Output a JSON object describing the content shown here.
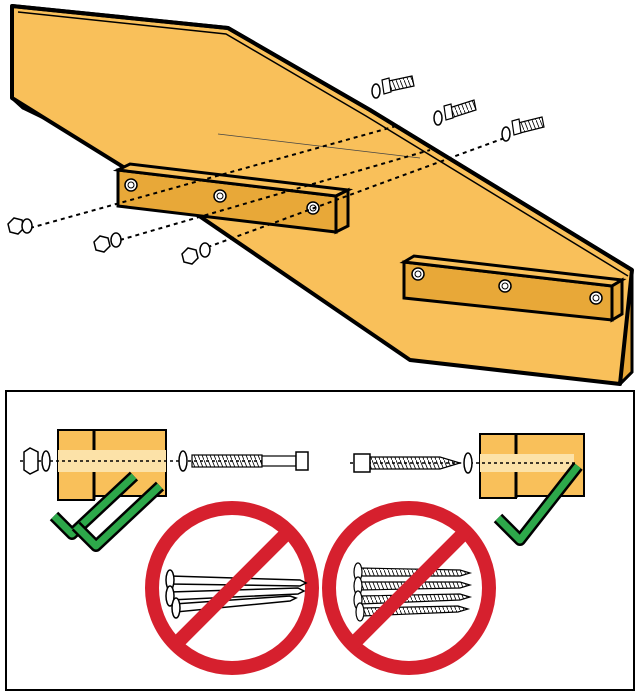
{
  "colors": {
    "wood": "#F9C05A",
    "wood_dark": "#E8A838",
    "outline": "#000000",
    "prohibit_red": "#D6202E",
    "check_green": "#2DA84A",
    "metal": "#FFFFFF",
    "panel_border": "#000000"
  },
  "top_view": {
    "board": "stair-stringer-board",
    "blocks": [
      "upper-cleat",
      "lower-cleat"
    ],
    "fastener_sets": 3
  },
  "bottom_panel": {
    "left_detail": {
      "method": "through-bolt-washer-nut",
      "approved": true,
      "checkmarks": 2
    },
    "right_detail": {
      "method": "lag-screw-washer",
      "approved": true,
      "checkmarks": 1
    },
    "prohibited": [
      {
        "method": "nails",
        "symbol": "no-nails-icon"
      },
      {
        "method": "screws",
        "symbol": "no-screws-icon"
      }
    ]
  }
}
